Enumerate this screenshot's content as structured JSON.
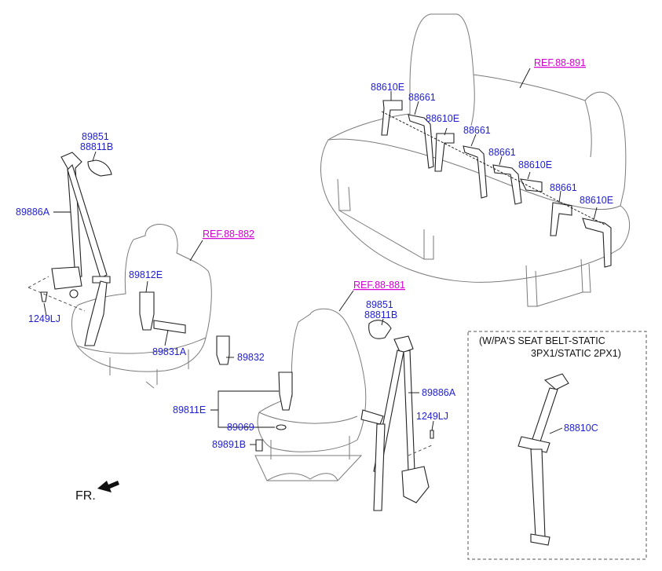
{
  "labels": {
    "ref_891": "REF.88-891",
    "ref_882": "REF.88-882",
    "ref_881": "REF.88-881",
    "p_88610E_1": "88610E",
    "p_88661_1": "88661",
    "p_88610E_2": "88610E",
    "p_88661_2": "88661",
    "p_88661_3": "88661",
    "p_88610E_3": "88610E",
    "p_88661_4": "88661",
    "p_88610E_4": "88610E",
    "p_89851_L": "89851",
    "p_88811B_L": "88811B",
    "p_89886A_L": "89886A",
    "p_1249LJ_L": "1249LJ",
    "p_89812E": "89812E",
    "p_89831A": "89831A",
    "p_89832": "89832",
    "p_89851_R": "89851",
    "p_88811B_R": "88811B",
    "p_89886A_R": "89886A",
    "p_1249LJ_R": "1249LJ",
    "p_89811E": "89811E",
    "p_89069": "89069",
    "p_89891B": "89891B",
    "p_88810C": "88810C",
    "note_line1": "(W/PA'S SEAT BELT-STATIC",
    "note_line2": "3PX1/STATIC 2PX1)",
    "front_label": "FR."
  },
  "colors": {
    "part_number": "#1f1fd0",
    "reference": "#d400d4",
    "line_art": "#7a7a7a"
  }
}
